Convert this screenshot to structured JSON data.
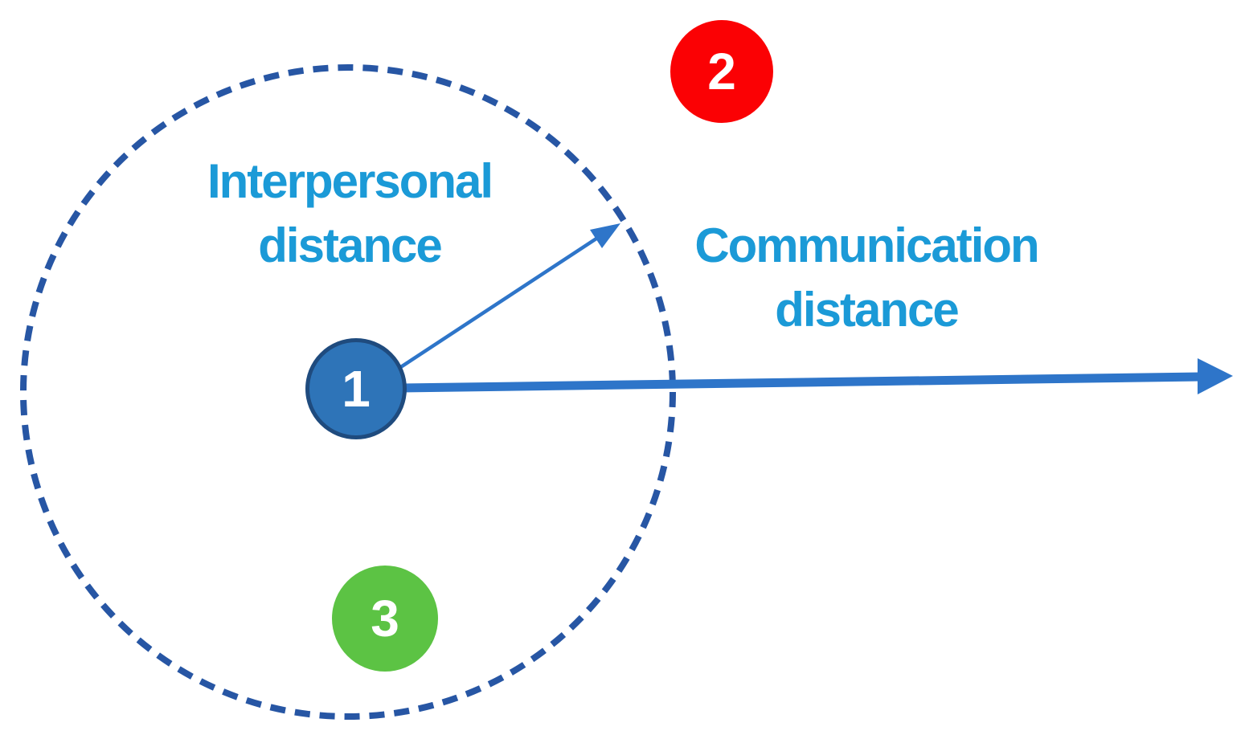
{
  "labels": {
    "interpersonal": {
      "line1": "Interpersonal",
      "line2": "distance"
    },
    "communication": {
      "line1": "Communication",
      "line2": "distance"
    }
  },
  "nodes": {
    "center": {
      "label": "1",
      "fill": "#2e74b8",
      "border": "#1f4b7e"
    },
    "outside": {
      "label": "2",
      "fill": "#fb0104"
    },
    "inside": {
      "label": "3",
      "fill": "#5cc344"
    }
  },
  "colors": {
    "background": "#ffffff",
    "label_text": "#1b9ad7",
    "dashed_circle": "#2756a4",
    "arrow": "#2e75c9",
    "node_number_text": "#ffffff"
  }
}
